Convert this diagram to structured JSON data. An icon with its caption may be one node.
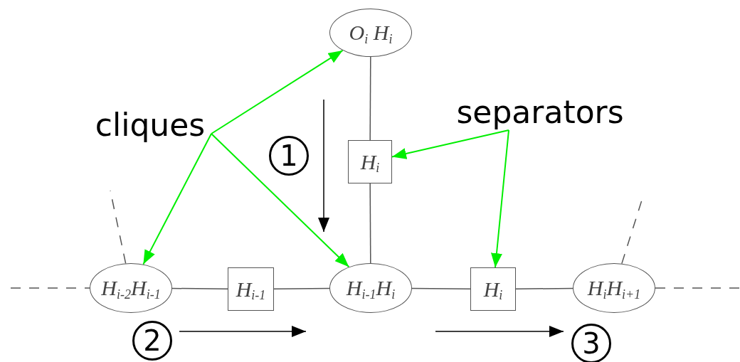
{
  "diagram": {
    "nodes": [
      {
        "text": [
          "O$_{i}$ H$_{i}$"
        ]
      },
      {
        "text": [
          "H$_{i}$"
        ]
      },
      {
        "text": [
          "H$_{i-2}$H$_{i-1}$"
        ]
      },
      {
        "text": [
          "H$_{i-1}$"
        ]
      },
      {
        "text": [
          "H$_{i-1}$H$_{i}$"
        ]
      },
      {
        "text": [
          "H$_{i}$"
        ]
      },
      {
        "text": [
          "H$_{i}$H$_{i+1}$"
        ]
      },
      {
        "text": [
          "cliques"
        ]
      },
      {
        "text": [
          "separators"
        ]
      }
    ],
    "edges": [
      {
        "from": 0,
        "to": 1,
        "arrow": "none"
      },
      {
        "from": 1,
        "to": 4,
        "arrow": "none"
      },
      {
        "from": 2,
        "to": 3,
        "arrow": "none"
      },
      {
        "from": 3,
        "to": 4,
        "arrow": "none"
      },
      {
        "from": 4,
        "to": 5,
        "arrow": "none"
      },
      {
        "from": 5,
        "to": 6,
        "arrow": "none"
      },
      {
        "from": null,
        "to": 2,
        "arrow": "none",
        "style": "dashed"
      },
      {
        "from": 2,
        "to": null,
        "arrow": "none",
        "style": "dashed"
      },
      {
        "from": 6,
        "to": null,
        "arrow": "none",
        "style": "dashed"
      },
      {
        "from": 6,
        "to": null,
        "arrow": "none",
        "style": "dashed"
      },
      {
        "from": 7,
        "to": 0,
        "arrow": "to",
        "color": "#00ee00"
      },
      {
        "from": 7,
        "to": 2,
        "arrow": "to",
        "color": "#00ee00"
      },
      {
        "from": 7,
        "to": 4,
        "arrow": "to",
        "color": "#00ee00"
      },
      {
        "from": 8,
        "to": 1,
        "arrow": "to",
        "color": "#00ee00"
      },
      {
        "from": 8,
        "to": 5,
        "arrow": "to",
        "color": "#00ee00"
      }
    ],
    "labels": [
      "1",
      "2",
      "3"
    ]
  }
}
